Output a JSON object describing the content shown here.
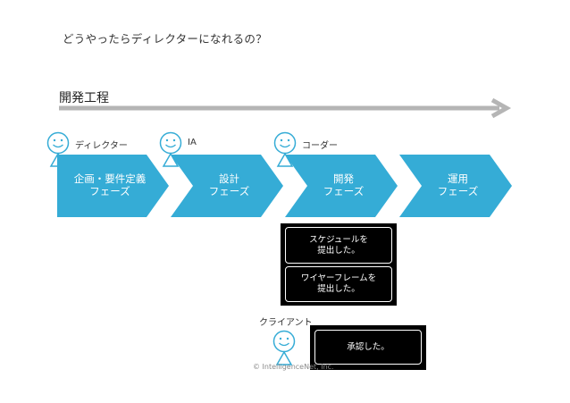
{
  "title": "どうやったらディレクターになれるの？",
  "section_label": "開発工程",
  "colors": {
    "chevron": "#35acd6",
    "arrow": "#b5b5b5",
    "bubble_bg": "#000000",
    "bubble_border": "#ffffff"
  },
  "phases": [
    {
      "line1": "企画・要件定義",
      "line2": "フェーズ"
    },
    {
      "line1": "設計",
      "line2": "フェーズ"
    },
    {
      "line1": "開発",
      "line2": "フェーズ"
    },
    {
      "line1": "運用",
      "line2": "フェーズ"
    }
  ],
  "roles": [
    {
      "label": "ディレクター",
      "icon": "smiley-person-icon"
    },
    {
      "label": "IA",
      "icon": "smiley-person-icon"
    },
    {
      "label": "コーダー",
      "icon": "smiley-person-icon"
    }
  ],
  "bubbles": [
    {
      "line1": "スケジュールを",
      "line2": "提出した。"
    },
    {
      "line1": "ワイヤーフレームを",
      "line2": "提出した。"
    }
  ],
  "client": {
    "label": "クライアント",
    "icon": "smiley-person-icon",
    "reply": "承認した。"
  },
  "copyright": "© IntelligenceNet, Inc."
}
